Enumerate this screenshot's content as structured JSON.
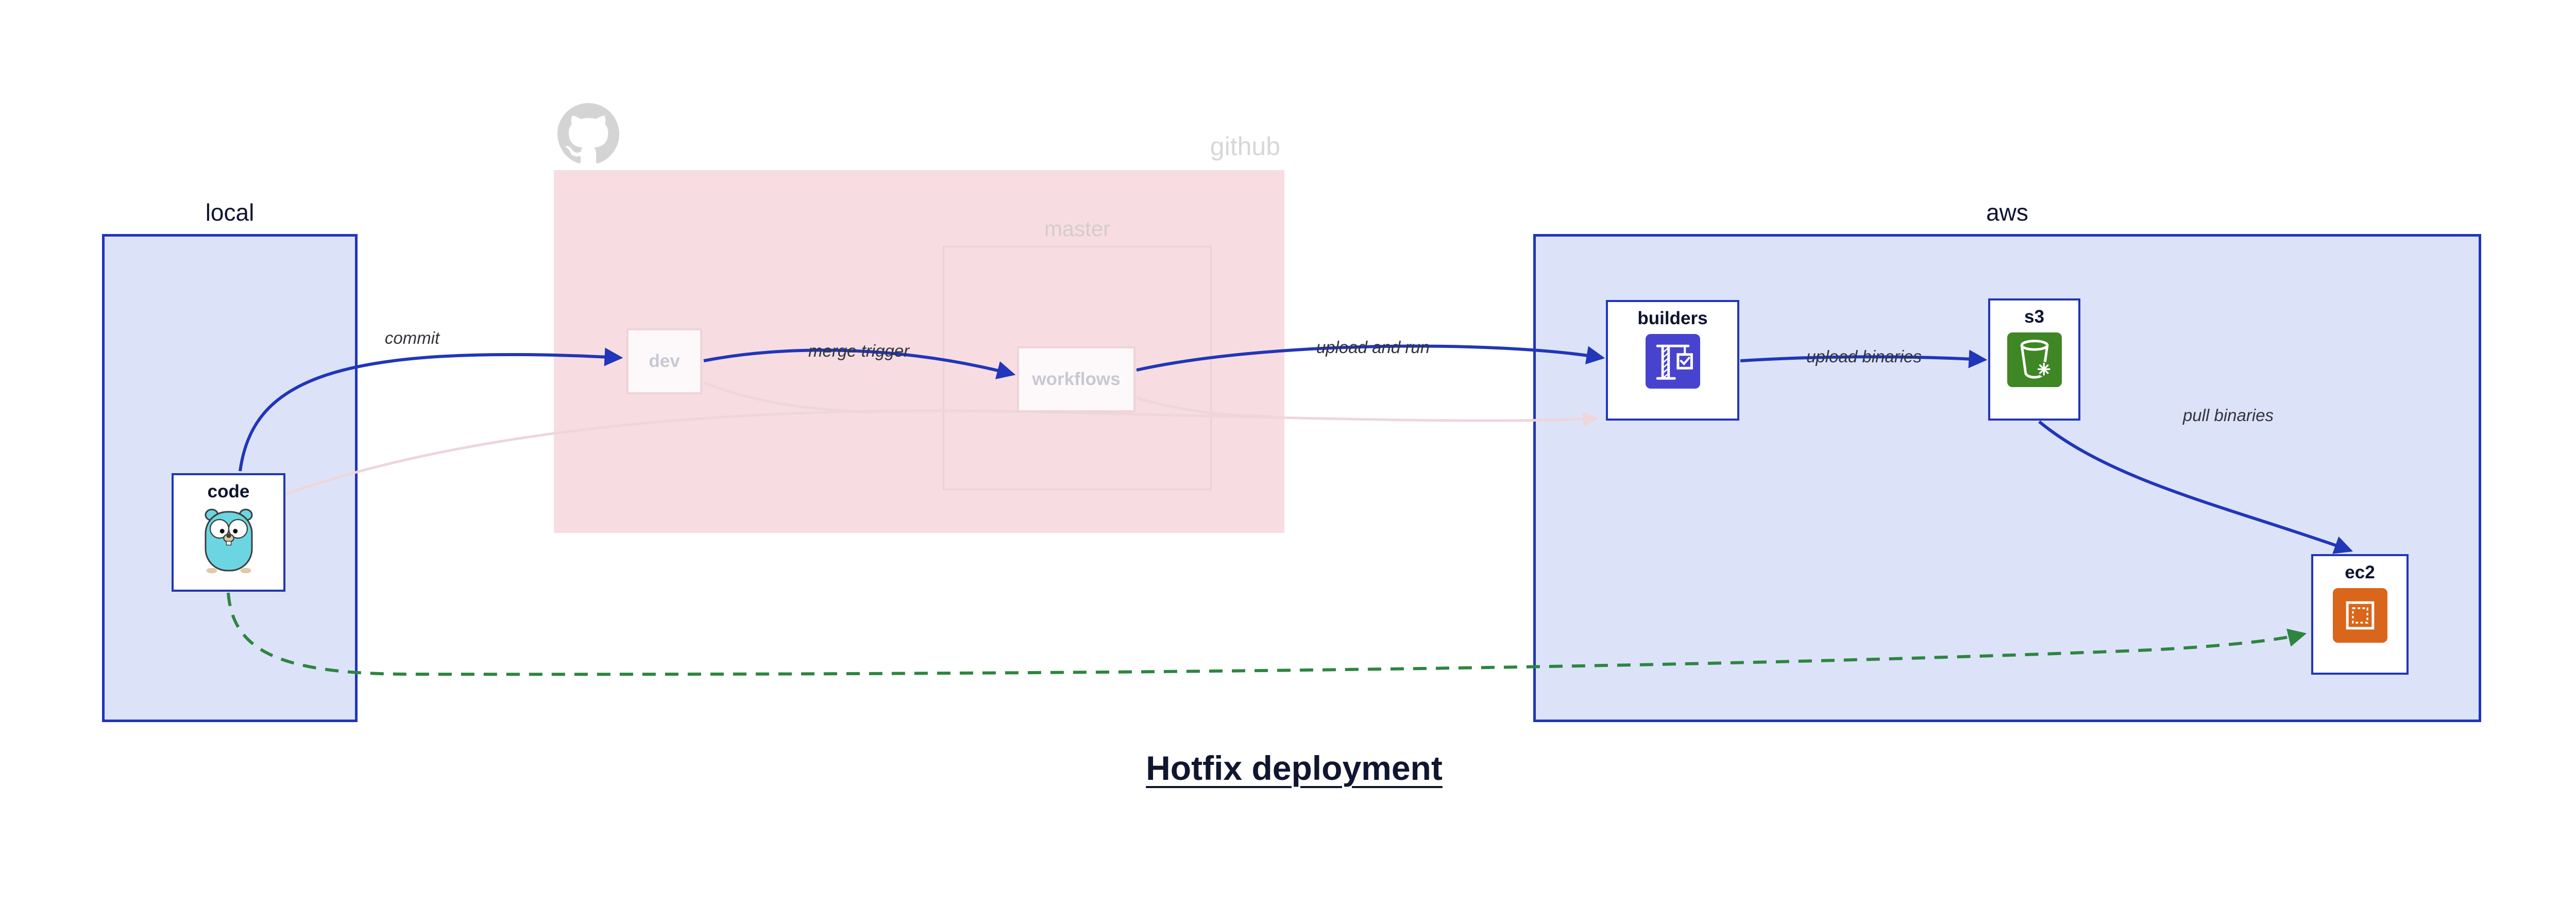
{
  "diagram": {
    "title": "Hotfix deployment"
  },
  "containers": {
    "local": {
      "label": "local"
    },
    "github": {
      "label": "github",
      "icon": "github-octocat-icon"
    },
    "master": {
      "label": "master"
    },
    "aws": {
      "label": "aws"
    }
  },
  "nodes": {
    "code": {
      "label": "code",
      "icon": "go-gopher-icon"
    },
    "dev": {
      "label": "dev"
    },
    "workflows": {
      "label": "workflows"
    },
    "builders": {
      "label": "builders",
      "icon": "crane-builder-icon"
    },
    "s3": {
      "label": "s3",
      "icon": "s3-bucket-icon"
    },
    "ec2": {
      "label": "ec2",
      "icon": "ec2-chip-icon"
    }
  },
  "edges": {
    "commit": {
      "label": "commit"
    },
    "merge_trigger": {
      "label": "merge trigger"
    },
    "upload_and_run": {
      "label": "upload and run"
    },
    "upload_binaries": {
      "label": "upload binaries"
    },
    "pull_binaries": {
      "label": "pull binaries"
    }
  },
  "colors": {
    "accent_blue": "#2136b8",
    "container_fill": "#dce3f9",
    "github_fill": "#f7dde1",
    "faded_pink_border": "#eed4d9",
    "faded_text": "#c7c9d2",
    "hotfix_green": "#2e8540",
    "builders_icon_bg": "#4843ce",
    "s3_icon_bg": "#3f8624",
    "ec2_icon_bg": "#d9661a",
    "gopher_teal": "#6bd6e1"
  }
}
